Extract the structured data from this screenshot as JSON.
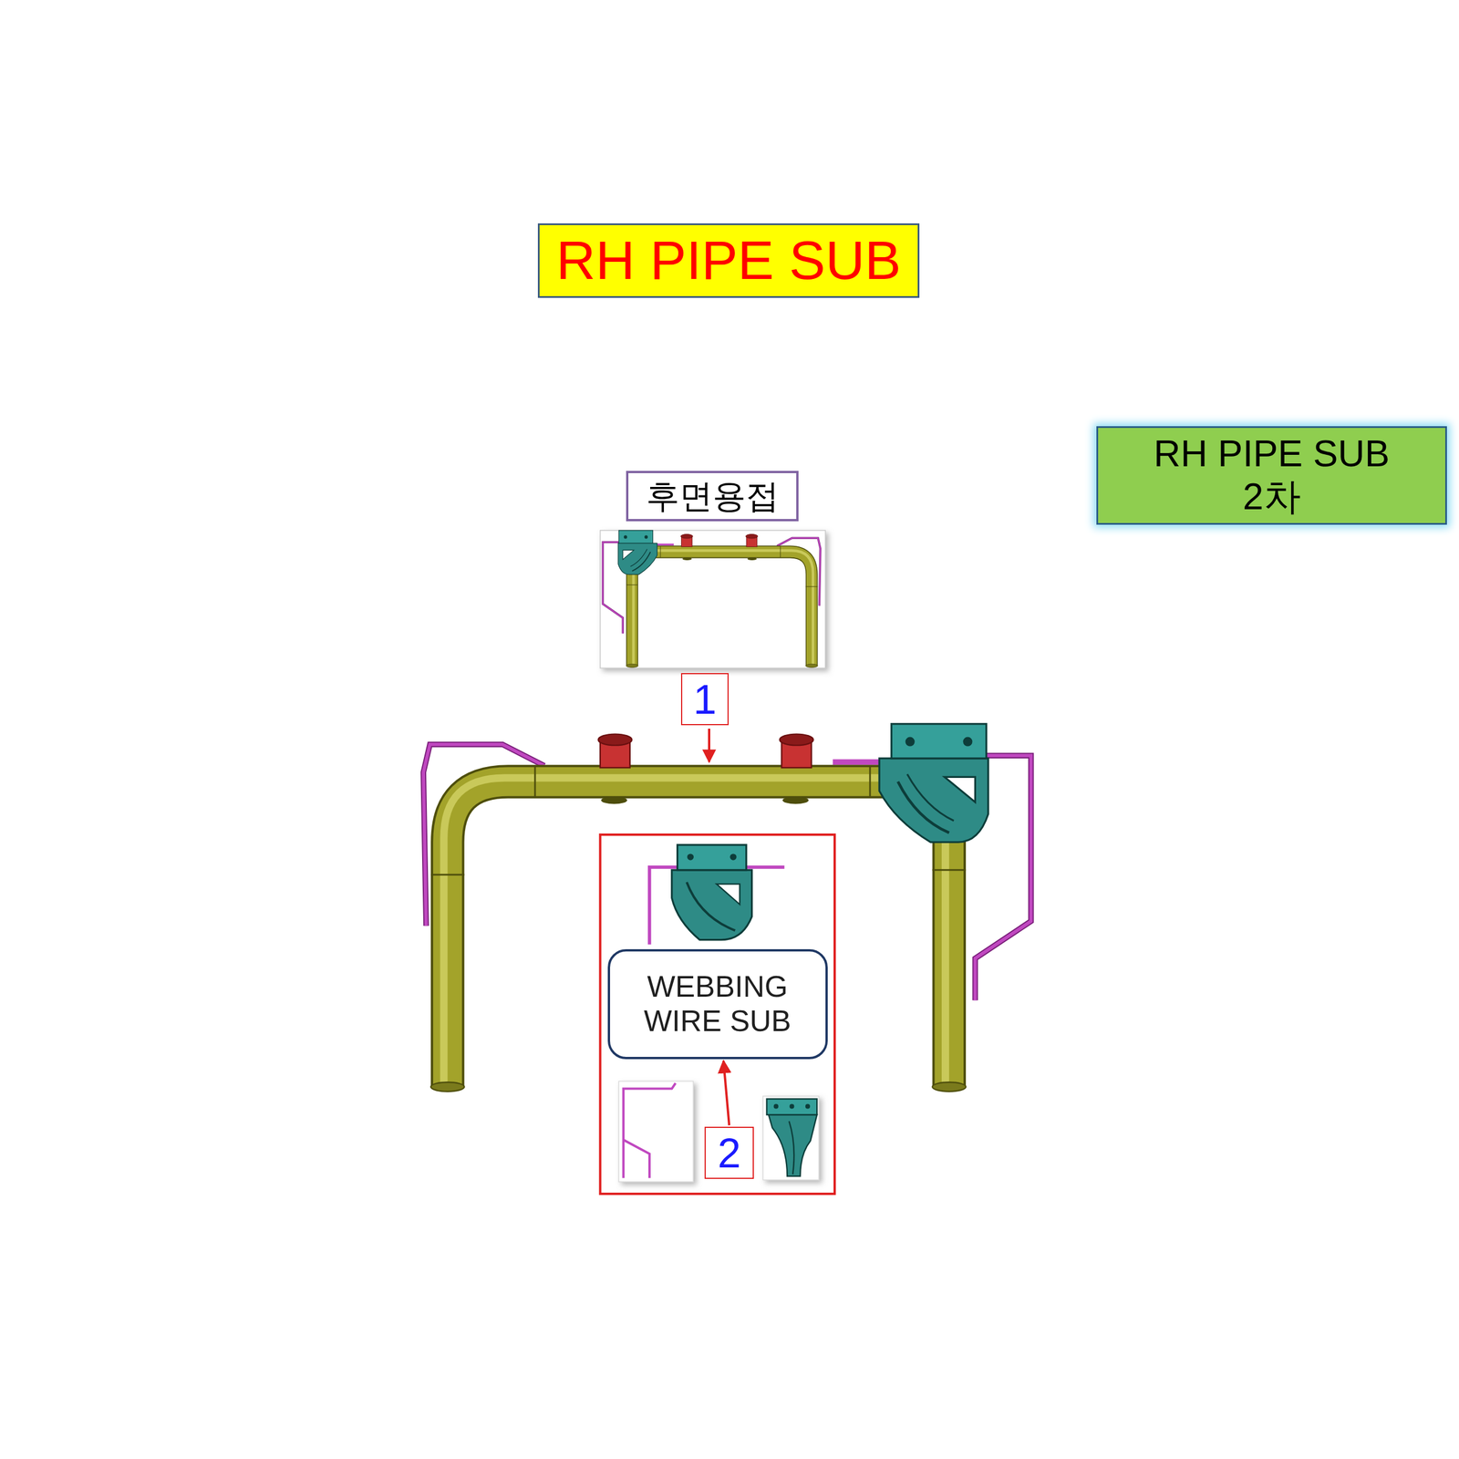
{
  "diagram": {
    "title": "RH PIPE SUB",
    "nodes": [
      {
        "text": [
          "RH PIPE SUB 2차"
        ]
      },
      {
        "text": [
          "후면용접"
        ]
      },
      {
        "text": [
          "1"
        ]
      },
      {
        "text": [
          "WEBBING WIRE SUB"
        ]
      },
      {
        "text": [
          "2"
        ]
      }
    ],
    "edges": [
      {
        "from": 4,
        "to": 3,
        "arrow": "to"
      }
    ]
  }
}
